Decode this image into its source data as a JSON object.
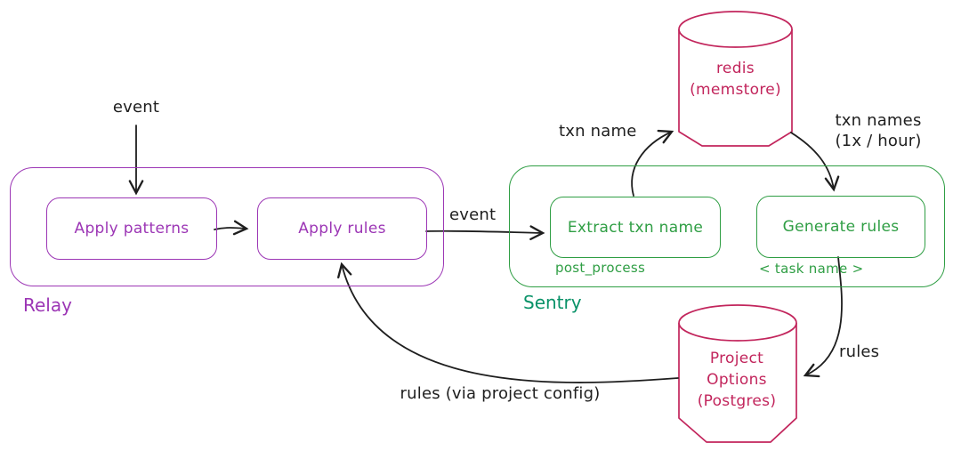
{
  "relay": {
    "title": "Relay",
    "apply_patterns": "Apply patterns",
    "apply_rules": "Apply rules"
  },
  "sentry": {
    "title": "Sentry",
    "extract_label": "Extract txn name",
    "extract_sublabel": "post_process",
    "generate_label": "Generate rules",
    "generate_sublabel": "< task name >"
  },
  "stores": {
    "redis_line1": "redis",
    "redis_line2": "(memstore)",
    "project_line1": "Project",
    "project_line2": "Options",
    "project_line3": "(Postgres)"
  },
  "labels": {
    "event_in": "event",
    "event_to_sentry": "event",
    "txn_name": "txn name",
    "txn_names_line1": "txn names",
    "txn_names_line2": "(1x / hour)",
    "rules": "rules",
    "rules_via_config": "rules (via project config)"
  },
  "colors": {
    "purple": "#9c36b5",
    "green": "#2f9e44",
    "teal_green": "#099268",
    "crimson": "#c2255c",
    "ink": "#1e1e1e",
    "background": "#ffffff"
  }
}
